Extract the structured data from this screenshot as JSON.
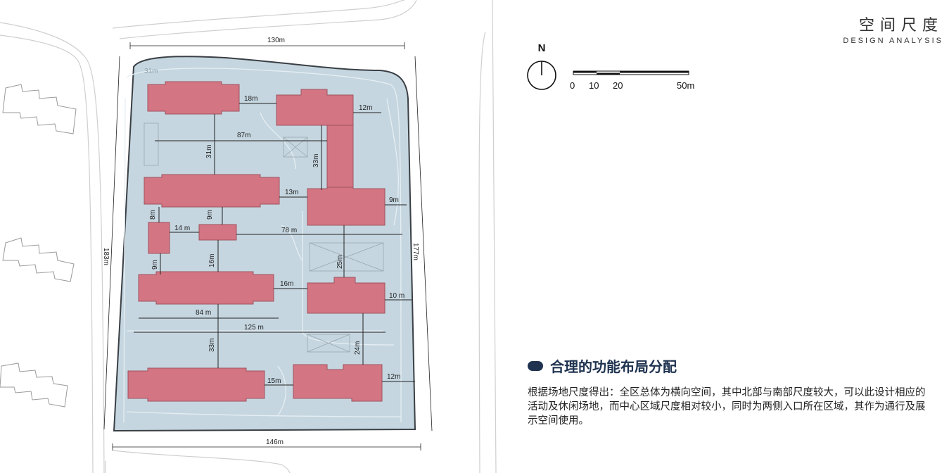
{
  "header": {
    "title_cn": "空间尺度",
    "title_en": "DESIGN ANALYSIS"
  },
  "north": {
    "label": "N"
  },
  "scale": {
    "labels": [
      "0",
      "10",
      "20",
      "50m"
    ]
  },
  "dimensions": {
    "top": "130m",
    "bottom": "146m",
    "left": "183m",
    "right": "177m",
    "corner": "31m",
    "d18": "18m",
    "d12a": "12m",
    "d87": "87m",
    "d31": "31m",
    "d33a": "33m",
    "d13": "13m",
    "d9a": "9m",
    "d8": "8m",
    "d9b": "9m",
    "d14": "14 m",
    "d78": "78 m",
    "d9c": "9m",
    "d16a": "16m",
    "d25": "25m",
    "d16b": "16m",
    "d10": "10 m",
    "d84": "84 m",
    "d125": "125 m",
    "d33b": "33m",
    "d24": "24m",
    "d15": "15m",
    "d12b": "12m"
  },
  "section": {
    "title": "合理的功能布局分配",
    "body": "根据场地尺度得出：全区总体为横向空间，其中北部与南部尺度较大，可以此设计相应的活动及休闲场地，而中心区域尺度相对较小，同时为两侧入口所在区域，其作为通行及展示空间使用。"
  },
  "colors": {
    "site": "#c5d6e0",
    "building": "#d5707f",
    "accent": "#1f3350"
  }
}
